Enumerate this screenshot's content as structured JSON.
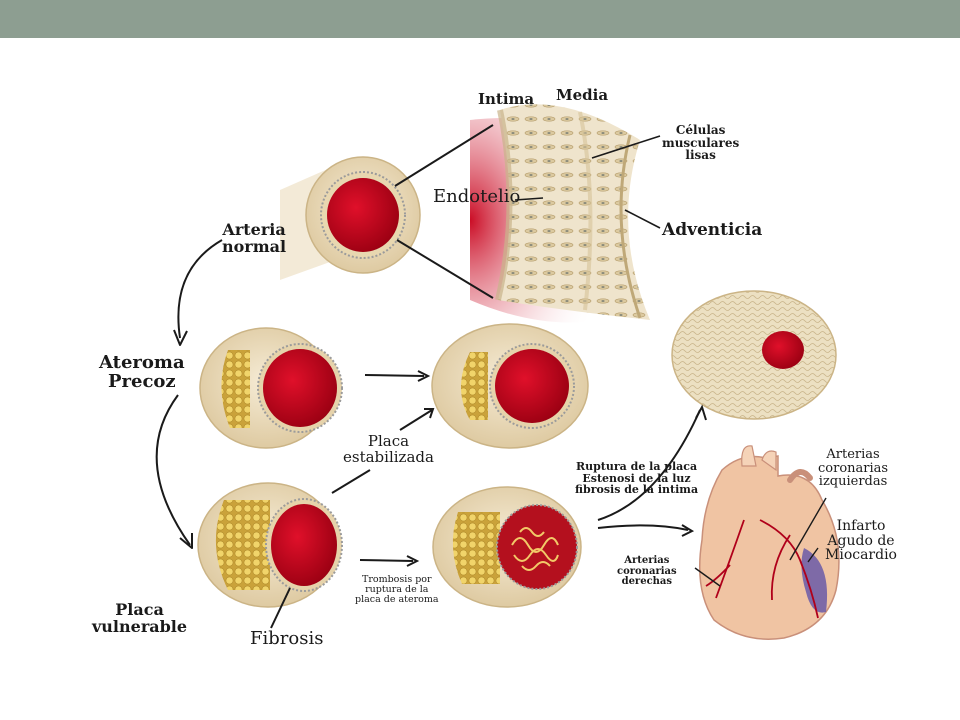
{
  "labels": {
    "intima": "Intima",
    "media": "Media",
    "celulas": "Células\nmusculares\nlisas",
    "endotelio": "Endotelio",
    "adventicia": "Adventicia",
    "arteria_normal": "Arteria\nnormal",
    "ateroma_precoz": "Ateroma\nPrecoz",
    "placa_estabilizada": "Placa\nestabilizada",
    "ruptura": "Ruptura de la placa\nEstenosi de la luz\nfibrosis de la intima",
    "arterias_izquierdas": "Arterias\ncoronarias\nizquierdas",
    "infarto": "Infarto\nAgudo de\nMiocardio",
    "arterias_derechas": "Arterias\ncoronarias\nderechas",
    "trombosis": "Trombosis por\nruptura de la\nplaca de ateroma",
    "placa_vulnerable": "Placa\nvulnerable",
    "fibrosis": "Fibrosis"
  },
  "colors": {
    "header": "#8d9e91",
    "lumen": "#c00018",
    "wall": "#efe2c6",
    "plaque": "#e5bf4a",
    "muscle": "#d9c69a"
  }
}
